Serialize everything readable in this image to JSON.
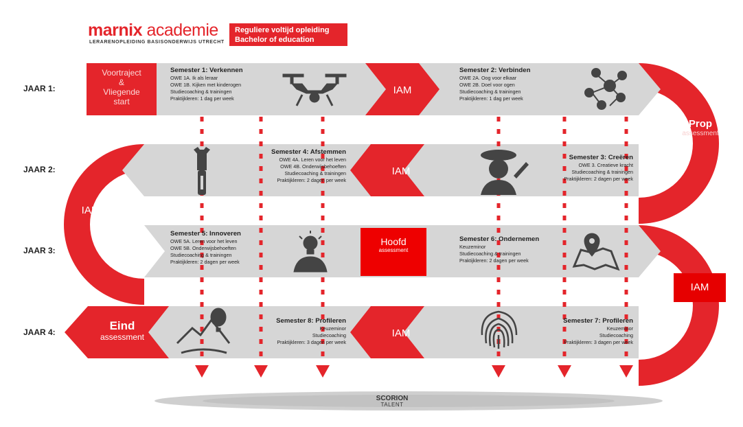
{
  "header": {
    "logo_brand": "marnix",
    "logo_light": "academie",
    "logo_sub": "LERARENOPLEIDING BASISONDERWIJS UTRECHT",
    "program_line1": "Reguliere voltijd opleiding",
    "program_line2": "Bachelor of education"
  },
  "years": [
    "JAAR 1:",
    "JAAR 2:",
    "JAAR 3:",
    "JAAR 4:"
  ],
  "start": {
    "line1": "Voortraject",
    "line2": "&",
    "line3": "Vliegende",
    "line4": "start"
  },
  "semesters": [
    {
      "title": "Semester 1: Verkennen",
      "lines": [
        "OWE 1A. Ik als leraar",
        "OWE 1B. Kijken met kinderogen",
        "Studiecoaching & trainingen",
        "Praktijkleren: 1 dag per week"
      ],
      "icon": "drone-icon"
    },
    {
      "title": "Semester 2: Verbinden",
      "lines": [
        "OWE 2A. Oog voor elkaar",
        "OWE 2B. Doel voor ogen",
        "Studiecoaching & trainingen",
        "Praktijkleren: 1 dag per week"
      ],
      "icon": "network-icon"
    },
    {
      "title": "Semester 3: Creëren",
      "lines": [
        "OWE 3. Creatieve kracht",
        "Studiecoaching & trainingen",
        "Praktijkleren: 2 dagen per week"
      ],
      "icon": "painter-icon"
    },
    {
      "title": "Semester 4: Afstemmen",
      "lines": [
        "OWE 4A. Leren voor het leven",
        "OWE 4B. Onderwijsbehoeften",
        "Studiecoaching & trainingen",
        "Praktijkleren: 2 dagen per week"
      ],
      "icon": "zipper-icon"
    },
    {
      "title": "Semester 5: Innoveren",
      "lines": [
        "OWE 5A. Leren voor het leven",
        "OWE 5B. Onderwijsbehoeften",
        "Studiecoaching & trainingen",
        "Praktijkleren: 2 dagen per week"
      ],
      "icon": "lightbulb-person-icon"
    },
    {
      "title": "Semester 6: Ondernemen",
      "lines": [
        "Keuzeminor",
        "Studiecoaching & trainingen",
        "Praktijkleren: 2 dagen per week"
      ],
      "icon": "map-pin-icon"
    },
    {
      "title": "Semester 7: Profileren",
      "lines": [
        "Keuzeminor",
        "Studiecoaching",
        "Praktijkleren: 3 dagen per week"
      ],
      "icon": "fingerprint-icon"
    },
    {
      "title": "Semester 8: Profileren",
      "lines": [
        "Keuzeminor",
        "Studiecoaching",
        "Praktijkleren: 3 dagen per week"
      ],
      "icon": "mountain-balloon-icon"
    }
  ],
  "iam_label": "IAM",
  "prop": {
    "title": "Prop",
    "sub": "assessment"
  },
  "hoofd": {
    "title": "Hoofd",
    "sub": "assessment"
  },
  "eind": {
    "title": "Eind",
    "sub": "assessment"
  },
  "footer": {
    "brand_line1": "SCORION",
    "brand_line2": "TALENT"
  },
  "colors": {
    "red": "#e4252b",
    "bright_red": "#ee0000",
    "band_grey": "#d8d8d8",
    "text_dark": "#222222"
  }
}
